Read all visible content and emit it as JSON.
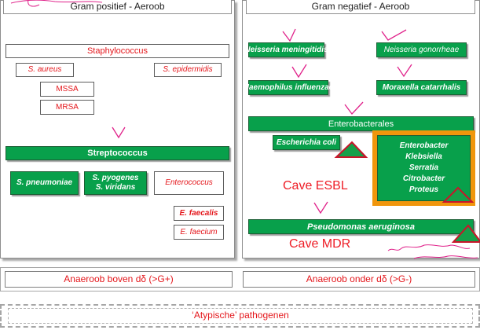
{
  "gram_positive": {
    "title": "Gram positief - Aeroob",
    "staph": {
      "label": "Staphylococcus",
      "aureus": "S. aureus",
      "epidermidis": "S. epidermidis",
      "mssa": "MSSA",
      "mrsa": "MRSA"
    },
    "strep": {
      "label": "Streptococcus",
      "pneumoniae": "S. pneumoniae",
      "pyogenes": "S. pyogenes",
      "viridans": "S. viridans"
    },
    "entero": {
      "label": "Enterococcus",
      "faecalis": "E. faecalis",
      "faecium": "E. faecium"
    }
  },
  "gram_negative": {
    "title": "Gram negatief - Aeroob",
    "meningitidis": "Neisseria meningitidis",
    "gonorrheae": "Neisseria gonorrheae",
    "haemophilus": "Haemophilus influenzae",
    "moraxella": "Moraxella catarrhalis",
    "enterobacterales": "Enterobacterales",
    "ecoli": "Escherichia coli",
    "group": [
      "Enterobacter",
      "Klebsiella",
      "Serratia",
      "Citrobacter",
      "Proteus"
    ],
    "cave_esbl": "Cave ESBL",
    "pseudomonas": "Pseudomonas aeruginosa",
    "cave_mdr": "Cave MDR"
  },
  "anaerobes": {
    "above": "Anaeroob boven dδ (>G+)",
    "below": "Anaeroob onder dδ (>G-)"
  },
  "atypical": "‘Atypische’ pathogenen",
  "colors": {
    "green": "#08a04b",
    "red_text": "#e4161b",
    "orange_border": "#f0960c",
    "triangle": "#15a04a",
    "scribble": "#e0218a"
  }
}
